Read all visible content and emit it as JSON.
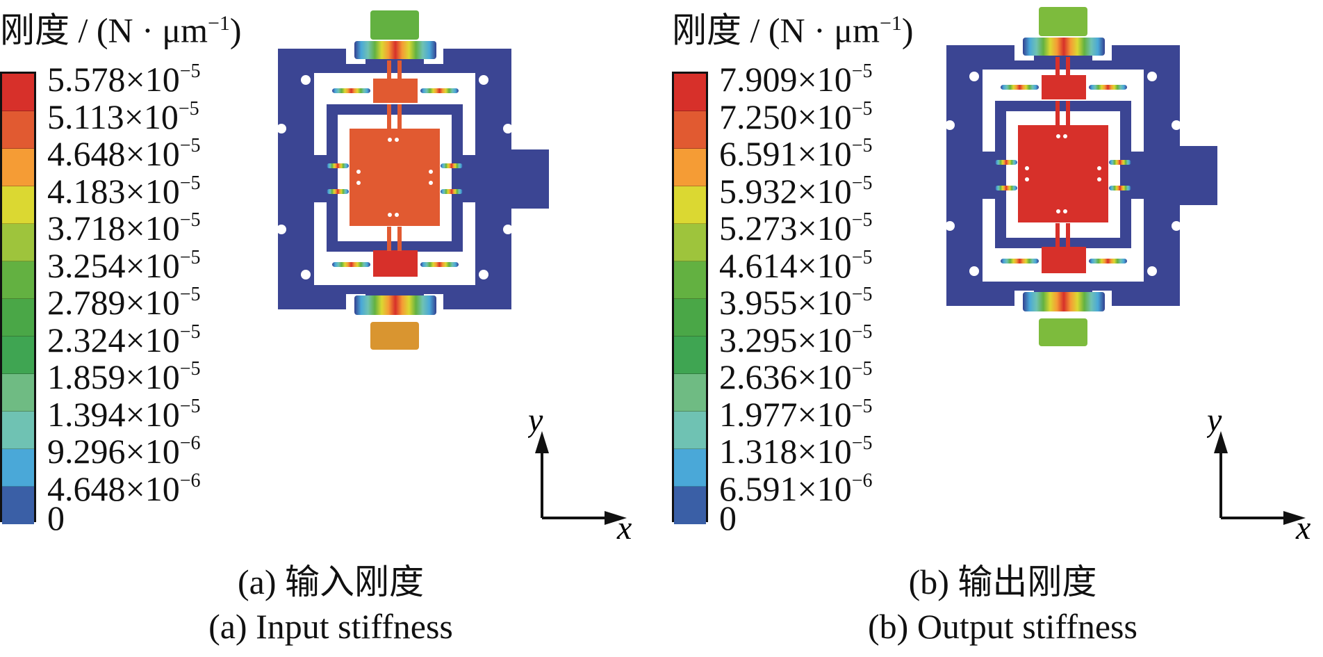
{
  "colors": {
    "scale": [
      "#d7302a",
      "#e15a31",
      "#f59c35",
      "#dbd832",
      "#9ec43c",
      "#63b141",
      "#4aa747",
      "#3fa552",
      "#6fbb83",
      "#6fc2b3",
      "#4aa8d8",
      "#3a5fa6",
      "#33408f"
    ],
    "bridge_ramp": [
      "#33408f",
      "#4aa8d8",
      "#6fc2b3",
      "#63b141",
      "#dbd832",
      "#f59c35",
      "#d7302a"
    ],
    "base": "#3b4593"
  },
  "panel_a": {
    "unit_label": "刚度 / (N · μm",
    "unit_exp": "−1",
    "unit_close": ")",
    "ticks": [
      {
        "m": "5.578×10",
        "e": "−5"
      },
      {
        "m": "5.113×10",
        "e": "−5"
      },
      {
        "m": "4.648×10",
        "e": "−5"
      },
      {
        "m": "4.183×10",
        "e": "−5"
      },
      {
        "m": "3.718×10",
        "e": "−5"
      },
      {
        "m": "3.254×10",
        "e": "−5"
      },
      {
        "m": "2.789×10",
        "e": "−5"
      },
      {
        "m": "2.324×10",
        "e": "−5"
      },
      {
        "m": "1.859×10",
        "e": "−5"
      },
      {
        "m": "1.394×10",
        "e": "−5"
      },
      {
        "m": "9.296×10",
        "e": "−6"
      },
      {
        "m": "4.648×10",
        "e": "−6"
      },
      {
        "m": "0",
        "e": ""
      }
    ],
    "regions": {
      "center": "#e15a31",
      "upper_block": "#e15a31",
      "lower_block": "#d7302a",
      "top_tab": "#63b141",
      "bottom_tab": "#d99530"
    },
    "axis_y": "y",
    "axis_x": "x",
    "caption_cn": "(a)  输入刚度",
    "caption_en": "(a)  Input stiffness"
  },
  "panel_b": {
    "unit_label": "刚度 / (N · μm",
    "unit_exp": "−1",
    "unit_close": ")",
    "ticks": [
      {
        "m": "7.909×10",
        "e": "−5"
      },
      {
        "m": "7.250×10",
        "e": "−5"
      },
      {
        "m": "6.591×10",
        "e": "−5"
      },
      {
        "m": "5.932×10",
        "e": "−5"
      },
      {
        "m": "5.273×10",
        "e": "−5"
      },
      {
        "m": "4.614×10",
        "e": "−5"
      },
      {
        "m": "3.955×10",
        "e": "−5"
      },
      {
        "m": "3.295×10",
        "e": "−5"
      },
      {
        "m": "2.636×10",
        "e": "−5"
      },
      {
        "m": "1.977×10",
        "e": "−5"
      },
      {
        "m": "1.318×10",
        "e": "−5"
      },
      {
        "m": "6.591×10",
        "e": "−6"
      },
      {
        "m": "0",
        "e": ""
      }
    ],
    "regions": {
      "center": "#d7302a",
      "upper_block": "#d7302a",
      "lower_block": "#d7302a",
      "top_tab": "#7dbb3d",
      "bottom_tab": "#7dbb3d"
    },
    "axis_y": "y",
    "axis_x": "x",
    "caption_cn": "(b)  输出刚度",
    "caption_en": "(b)  Output stiffness"
  }
}
